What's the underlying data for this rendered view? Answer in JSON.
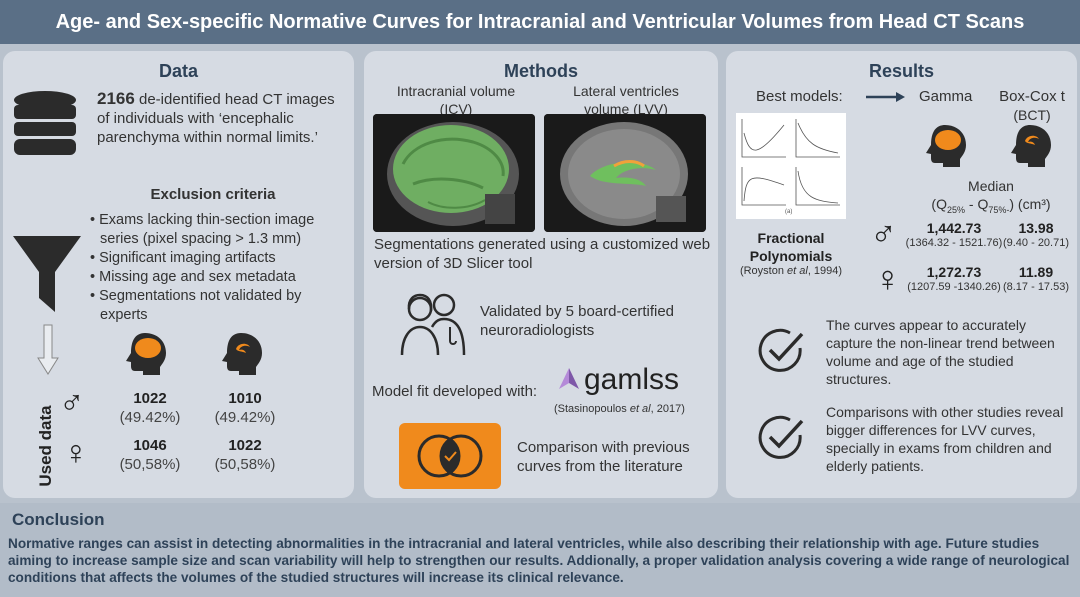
{
  "title": "Age- and Sex-specific Normative Curves for Intracranial and Ventricular Volumes from Head CT Scans",
  "data_panel": {
    "heading": "Data",
    "count": "2166",
    "description": " de-identified head CT images of individuals with ‘encephalic parenchyma within normal limits.’",
    "exclusion_heading": "Exclusion criteria",
    "exclusions": [
      "Exams lacking thin-section image series (pixel spacing > 1.3 mm)",
      "Significant imaging artifacts",
      "Missing age and sex metadata",
      "Segmentations not validated by experts"
    ],
    "used_data_label": "Used data",
    "male_icv_n": "1022",
    "male_icv_pct": "(49.42%)",
    "male_lvv_n": "1010",
    "male_lvv_pct": "(49.42%)",
    "female_icv_n": "1046",
    "female_icv_pct": "(50,58%)",
    "female_lvv_n": "1022",
    "female_lvv_pct": "(50,58%)"
  },
  "methods_panel": {
    "heading": "Methods",
    "icv_label_1": "Intracranial volume",
    "icv_label_2": "(ICV)",
    "lvv_label_1": "Lateral ventricles",
    "lvv_label_2": "volume (LVV)",
    "segmentation_text": "Segmentations generated using a customized web version of 3D Slicer tool",
    "validation_text": "Validated by 5 board-certified neuroradiologists",
    "model_fit_text": "Model fit developed with:",
    "gamlss_logo": "gamlss",
    "gamlss_citation_1": "(Stasinopoulos ",
    "gamlss_citation_et_al": "et al",
    "gamlss_citation_2": ", 2017)",
    "comparison_text": "Comparison with previous curves from the literature"
  },
  "results_panel": {
    "heading": "Results",
    "best_models_label": "Best models:",
    "model_icv": "Gamma",
    "model_lvv_1": "Box-Cox t",
    "model_lvv_2": "(BCT)",
    "fp_label_1": "Fractional",
    "fp_label_2": "Polynomials",
    "fp_citation_1": "(Royston ",
    "fp_citation_et_al": "et al",
    "fp_citation_2": ", 1994)",
    "median_label": "Median",
    "quantile_q": "(Q",
    "quantile_25": "25%",
    "quantile_mid": " - Q",
    "quantile_75": "75%-",
    "quantile_end": ") (cm³)",
    "male_icv_median": "1,442.73",
    "male_icv_range": "(1364.32 - 1521.76)",
    "male_lvv_median": "13.98",
    "male_lvv_range": "(9.40 - 20.71)",
    "female_icv_median": "1,272.73",
    "female_icv_range": "(1207.59 -1340.26)",
    "female_lvv_median": "11.89",
    "female_lvv_range": "(8.17 - 17.53)",
    "finding_1": "The curves appear to accurately capture the non-linear trend between volume and age of the studied structures.",
    "finding_2": "Comparisons with other studies reveal bigger differences for LVV curves, specially in exams from children and elderly patients.",
    "fp_figure_caption": "(a)"
  },
  "conclusion": {
    "heading": "Conclusion",
    "text": "Normative ranges can assist in detecting abnormalities in the intracranial and lateral ventricles, while also describing their relationship with age. Future studies aiming to increase sample size and scan variability will help to strengthen our results. Addionally,  a proper validation analysis covering a wide range of neurological conditions that affects the volumes of the studied structures will increase its clinical relevance."
  },
  "colors": {
    "orange": "#f08a1c",
    "green": "#7dc36e",
    "navy": "#2e4258",
    "panel": "#d6dbe3"
  }
}
